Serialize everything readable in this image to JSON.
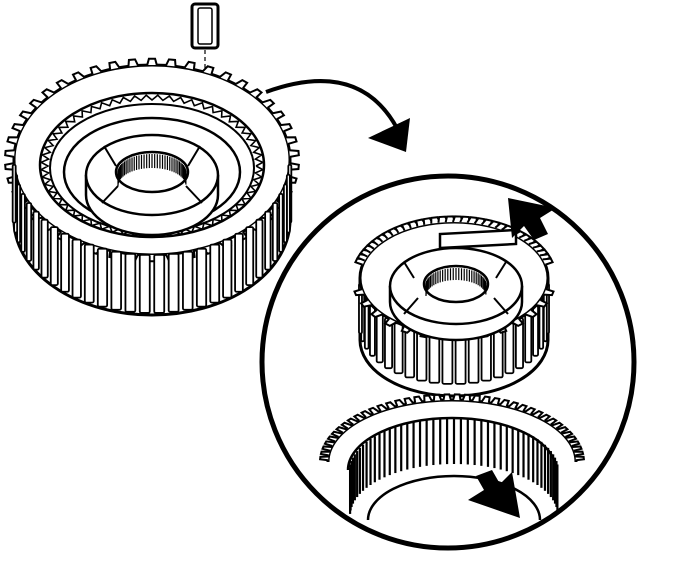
{
  "diagram": {
    "background": "#ffffff",
    "ink": "#000000",
    "components": [
      "key-insert",
      "synchronizer-assembly",
      "curved-arrow",
      "detail-circle",
      "synchronizer-hub",
      "sleeve-ring",
      "indicator-arrow-top",
      "indicator-arrow-bottom"
    ]
  }
}
